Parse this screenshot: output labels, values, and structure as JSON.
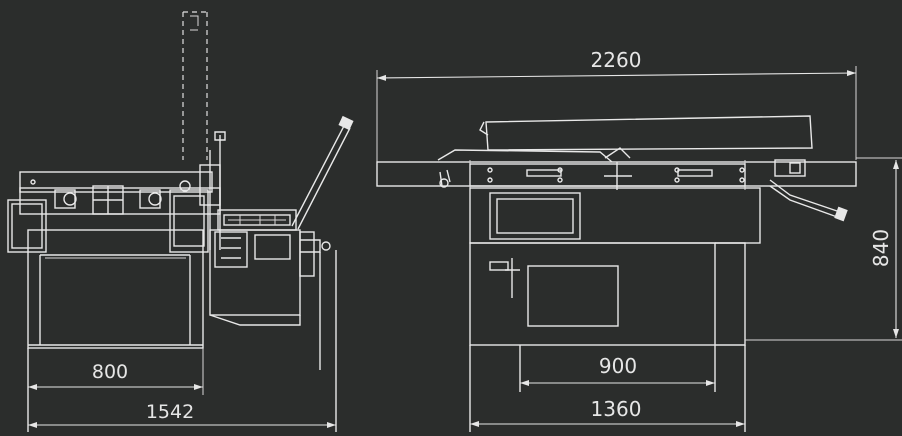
{
  "drawing": {
    "dimensions": {
      "front_inner_width": "800",
      "front_total_width": "1542",
      "side_total_length": "2260",
      "side_base_inner": "900",
      "side_base_outer": "1360",
      "side_height": "840"
    },
    "colors": {
      "background": "#2b2d2c",
      "line": "#e8e8e8"
    }
  }
}
